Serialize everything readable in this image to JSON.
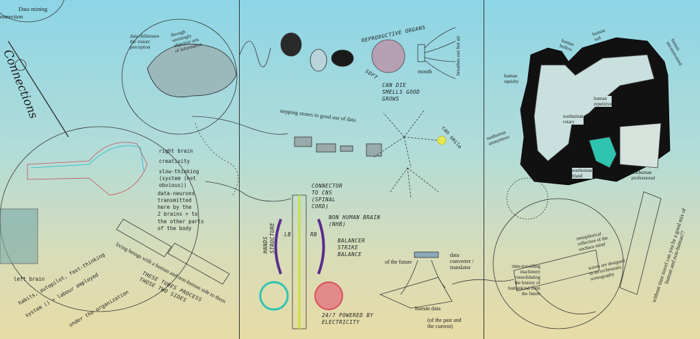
{
  "colors": {
    "sky": "#8dd5e6",
    "sand": "#e7dca6",
    "ink": "#1c1c1c",
    "teal": "#2fc4b0",
    "red": "#d9505a",
    "purple": "#5a2e8c",
    "yellow": "#e6ea4a"
  },
  "left_panel": {
    "top_circle": {
      "label1": "Data mining",
      "label2": "connection"
    },
    "title": "Connections",
    "vision_circle": {
      "left": "data obliterates\nthe vision/\nperception",
      "right": "through\nseemingly\nobjective sets\nof information"
    },
    "brain_notes": {
      "right_brain": "right brain",
      "creativity": "creativity",
      "slow": "slow-thinking\n(system (not\nobvious))",
      "neurons": "data-neurons\ntransmitted\nhere by the\n2 brains > to\nthe other parts\nof the body"
    },
    "left_brain": {
      "label": "left brain",
      "habits": "habits, autopilot, fast-thinking",
      "system": "system () > labour employed",
      "org": "under the organization"
    },
    "living_beings": "living beings with a human and non-human side to them",
    "tubes": "THESE TUBES PROCESS\nTHOSE TWO SIDES"
  },
  "middle_panel": {
    "reproductive": "REPRODUCTIVE ORGANS",
    "soft": "SOFT",
    "traits": "CAN DIE\nSMELLS GOOD\nGROWS",
    "mouth": "mouth",
    "breathes": "breathes out hot air",
    "stepping": "stepping stones to good use of data",
    "can_smile": "can smile",
    "connector": "CONNECTOR\nTO CNS\n(SPINAL\nCORD)",
    "nhb": "NON HUMAN BRAIN\n(NHB)",
    "hands": "HANDS\nSTRUCTURE",
    "lb": "LB",
    "rb": "RB",
    "balancer": "BALANCER\nSTRIKE\nBALANCE",
    "powered": "24/7 POWERED BY\nELECTRICITY",
    "future": "of the future",
    "converter": "data\nconverter /\ntranslator",
    "human_data": "human data",
    "past": "(of the past and\nthe current)"
  },
  "right_panel": {
    "labels": {
      "sad": "human\nsad",
      "hollow": "human\nhollow",
      "unconstrained": "human\nunconstrained",
      "squishy": "human\nsquishy",
      "repetitive": "human\nrepetitive",
      "rotary": "nonhuman\nrotary",
      "anonymous": "nonhuman\nanonymous",
      "bland": "nonhuman\nbland",
      "professional": "nonhuman\nprofessional"
    },
    "metaphorical": "metaphorical\nreflection of the\nunchaos mind",
    "waves": "waves are designed\nin an orchestratic\nscenography",
    "machinery": "time-travelling\nmachinery\nconsolidating\nthe history of\nhumankind from\nthe future",
    "question": "without time travel can you be a good mix of\nhuman and non-human??"
  }
}
